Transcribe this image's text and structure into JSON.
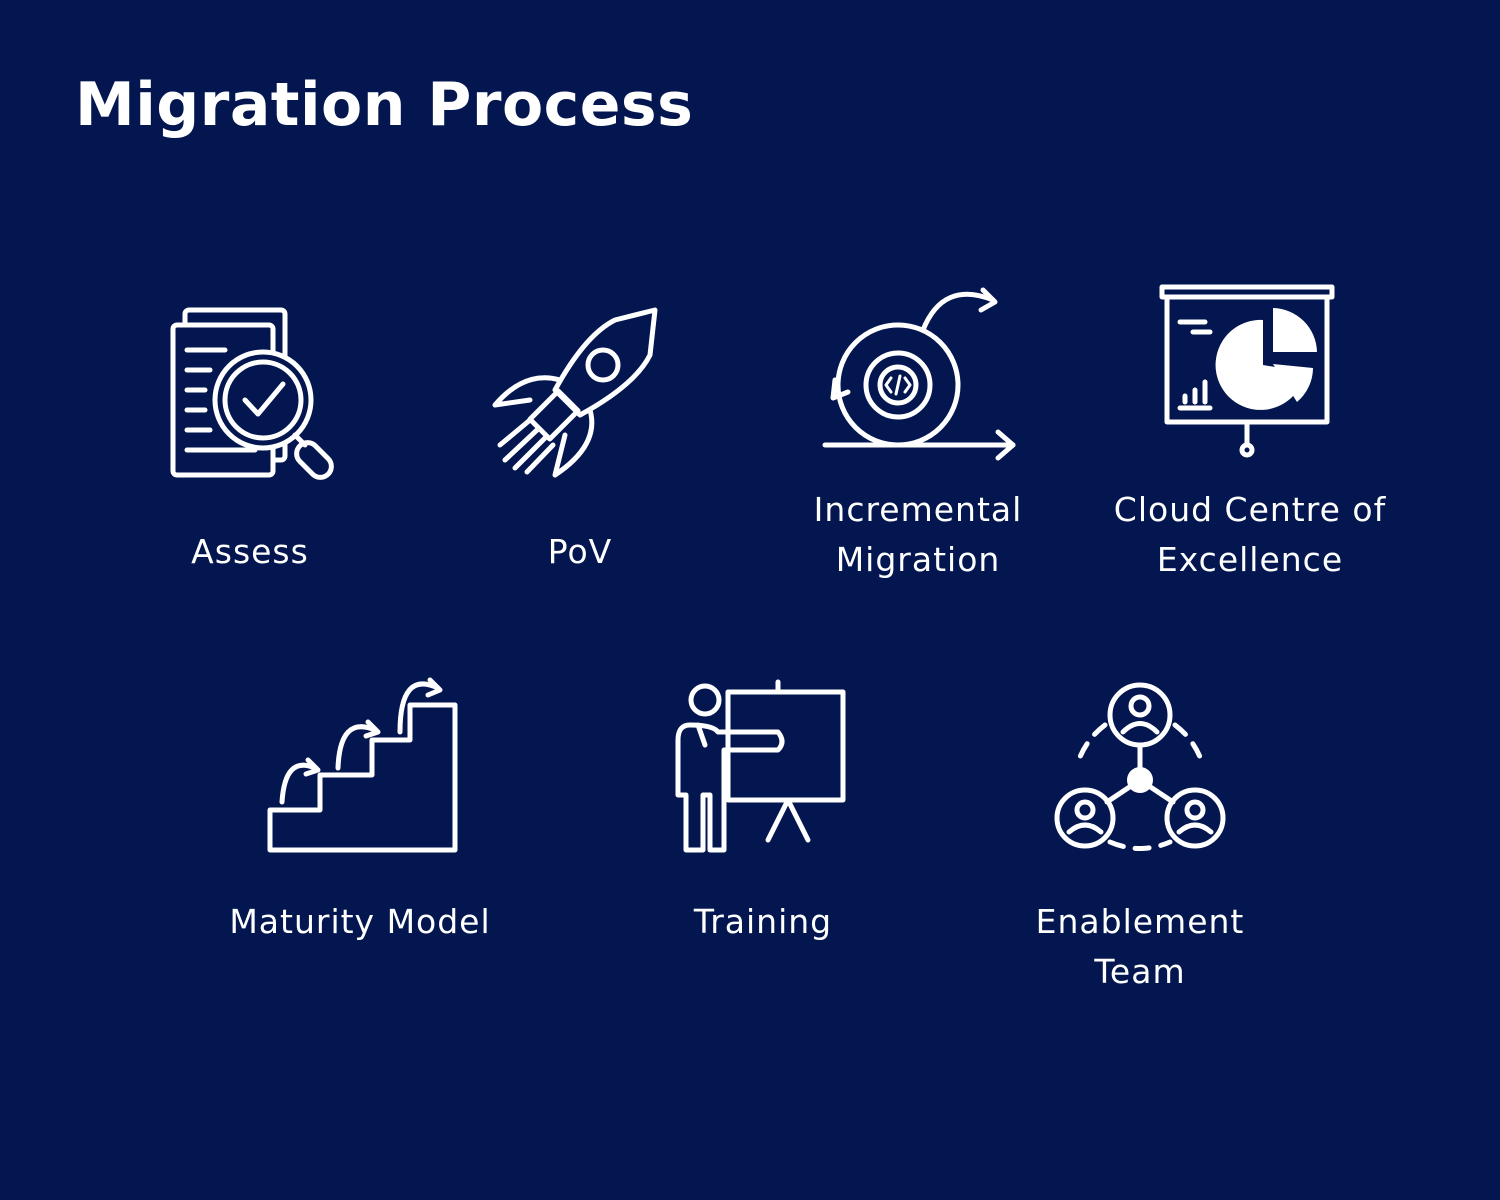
{
  "title": "Migration Process",
  "steps": [
    {
      "label": "Assess",
      "icon": "document-magnifier-check-icon"
    },
    {
      "label": "PoV",
      "icon": "rocket-icon"
    },
    {
      "label": "Incremental Migration",
      "icon": "agile-gear-cycle-icon"
    },
    {
      "label": "Cloud Centre of Excellence",
      "icon": "presentation-pie-chart-icon"
    },
    {
      "label": "Maturity Model",
      "icon": "stairs-progress-icon"
    },
    {
      "label": "Training",
      "icon": "trainer-board-icon"
    },
    {
      "label": "Enablement Team",
      "icon": "team-network-icon"
    }
  ],
  "colors": {
    "background": "#03164f",
    "foreground": "#ffffff"
  }
}
